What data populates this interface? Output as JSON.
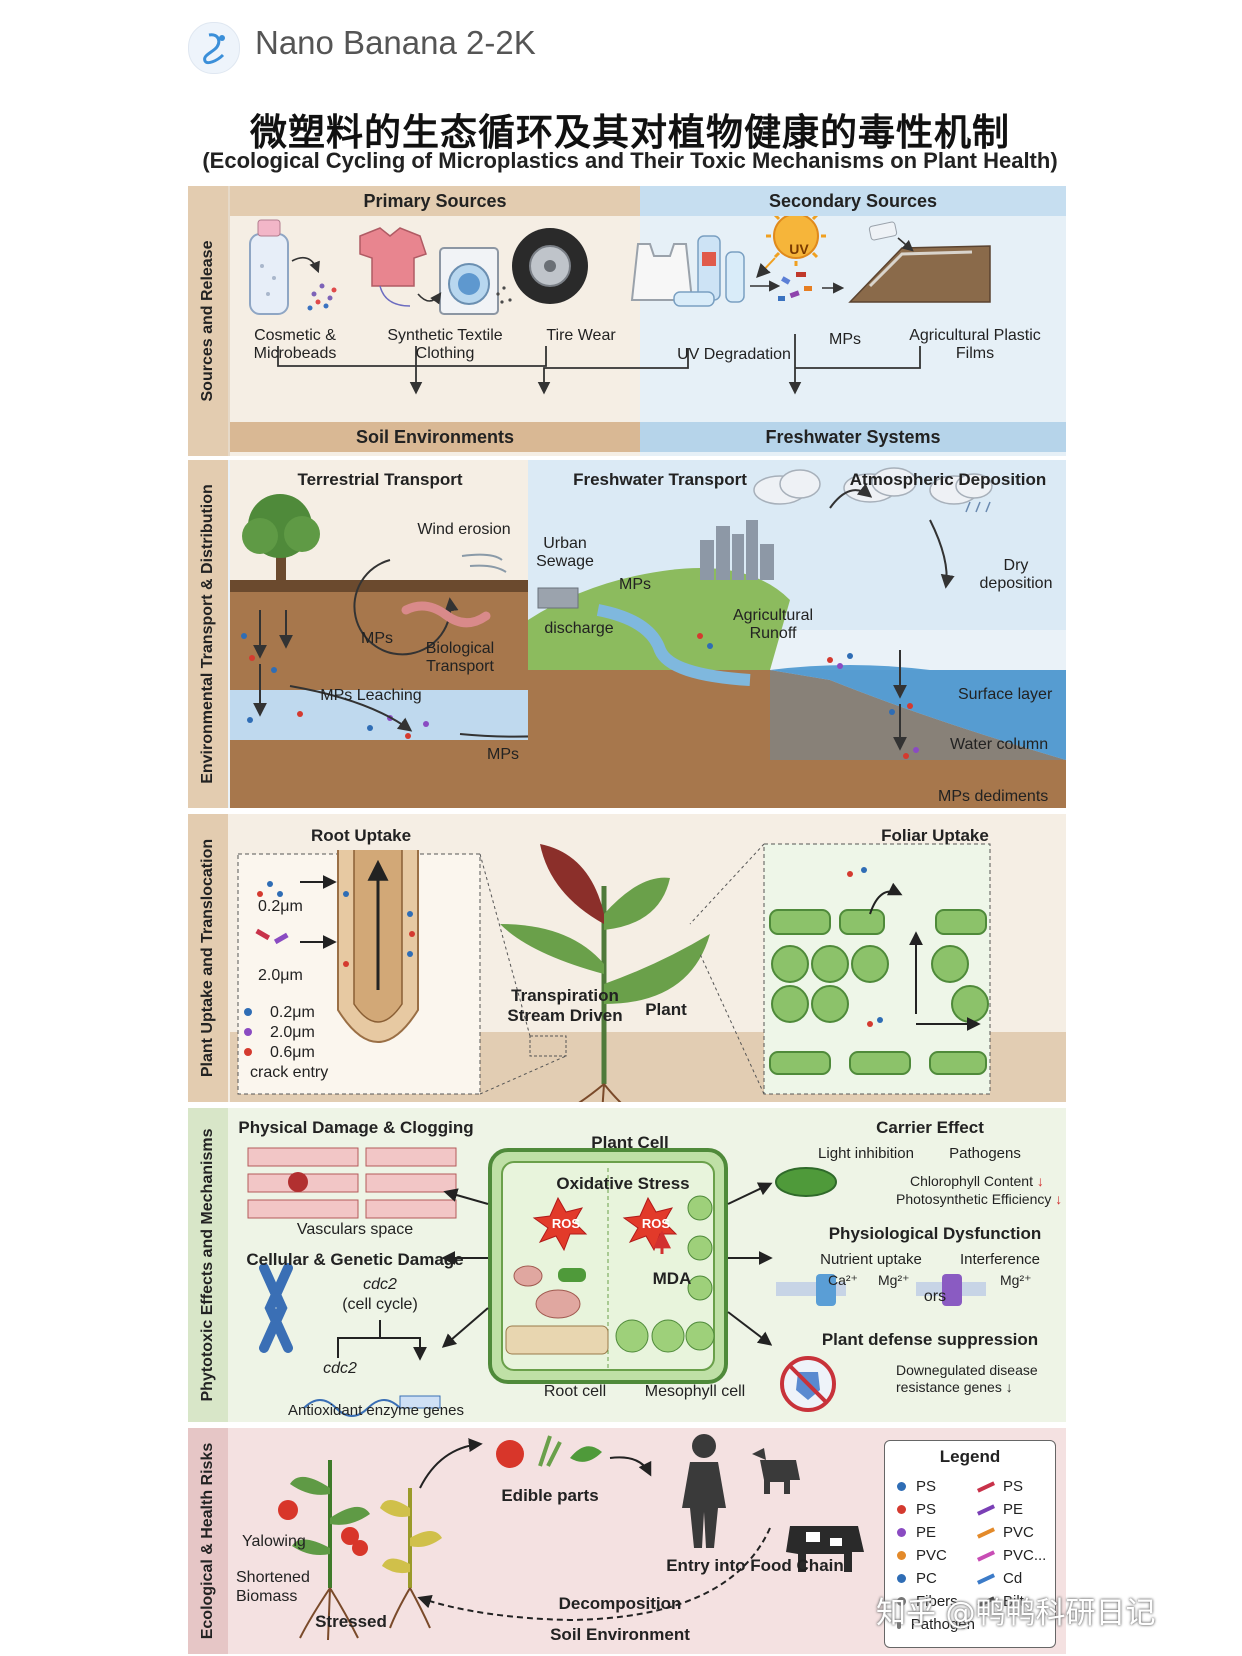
{
  "header": {
    "app_name": "Nano Banana 2-2K"
  },
  "title": {
    "cn": "微塑料的生态循环及其对植物健康的毒性机制",
    "en": "(Ecological Cycling of Microplastics and Their Toxic Mechanisms on Plant Health)"
  },
  "sources": {
    "side": "Sources and Release",
    "primary": "Primary Sources",
    "secondary": "Secondary Sources",
    "items": {
      "cosmetic": [
        "Cosmetic &",
        "Microbeads"
      ],
      "textile": [
        "Synthetic Textile",
        "Clothing"
      ],
      "tire": "Tire Wear",
      "uv_deg": "UV Degradation",
      "uv": "UV",
      "mps": "MPs",
      "agri_film": [
        "Agricultural Plastic",
        "Films"
      ]
    },
    "soil": "Soil Environments",
    "fresh": "Freshwater Systems"
  },
  "transport": {
    "side": "Environmental Transport & Distribution",
    "terrestrial": "Terrestrial Transport",
    "freshwater": "Freshwater Transport",
    "atmospheric": "Atmospheric Deposition",
    "wind": "Wind erosion",
    "mps_soil": "MPs",
    "bio": [
      "Biological",
      "Transport"
    ],
    "leaching": "MPs Leaching",
    "mps_ground": "MPs",
    "urban": [
      "Urban",
      "Sewage"
    ],
    "mps_fresh": "MPs",
    "discharge": "discharge",
    "agri_runoff": [
      "Agricultural",
      "Runoff"
    ],
    "dry": [
      "Dry",
      "deposition"
    ],
    "surface": "Surface layer",
    "column": "Water column",
    "sediments": "MPs dediments"
  },
  "uptake": {
    "side": "Plant Uptake and Translocation",
    "root": "Root Uptake",
    "foliar": "Foliar Uptake",
    "size1": "0.2μm",
    "size2": "2.0μm",
    "legend": [
      "0.2μm",
      "2.0μm",
      "0.6μm",
      "crack entry"
    ],
    "transpiration": [
      "Transpiration",
      "Stream Driven"
    ],
    "plant": "Plant"
  },
  "phyto": {
    "side": "Phytotoxic Effects and Mechanisms",
    "physical": "Physical Damage & Clogging",
    "vascular": "Vasculars space",
    "cellular": "Cellular & Genetic Damage",
    "cdc2_top": "cdc2",
    "cell_cycle": "(cell cycle)",
    "cdc2_bot": "cdc2",
    "antioxidant": "Antioxidant enzyme genes",
    "plant_cell": "Plant Cell",
    "oxidative": "Oxidative Stress",
    "ros": "ROS",
    "mda": "MDA",
    "root_cell": "Root cell",
    "meso_cell": "Mesophyll cell",
    "carrier": "Carrier Effect",
    "light": "Light inhibition",
    "pathogens": "Pathogens",
    "chloro": "Chlorophyll Content",
    "photo": "Photosynthetic Efficiency",
    "physio": "Physiological Dysfunction",
    "nutrient": "Nutrient uptake",
    "interference": "Interference",
    "ca": "Ca²⁺",
    "mg": "Mg²⁺",
    "mg2": "Mg²⁺",
    "ors": "ors",
    "defense": "Plant defense suppression",
    "downreg": [
      "Downegulated disease",
      "resistance genes"
    ]
  },
  "risk": {
    "side": "Ecological & Health Risks",
    "yellowing": "Yalowing",
    "shortened": [
      "Shortened",
      "Biomass"
    ],
    "stressed": "Stressed",
    "edible": "Edible parts",
    "food_chain": "Entry into Food Chain",
    "decomp": "Decomposition",
    "soil_env": "Soil Environment"
  },
  "legend": {
    "title": "Legend",
    "left": [
      {
        "label": "PS",
        "color": "#2f6db5"
      },
      {
        "label": "PS",
        "color": "#d43a2f"
      },
      {
        "label": "PE",
        "color": "#8a4bc2"
      },
      {
        "label": "PVC",
        "color": "#e38a2a"
      },
      {
        "label": "PC",
        "color": "#2f6db5"
      },
      {
        "label": "Fibers",
        "color": "#777777"
      },
      {
        "label": "Pathogen",
        "color": "#777777"
      }
    ],
    "right": [
      {
        "label": "PS",
        "color": "#c8324a"
      },
      {
        "label": "PE",
        "color": "#7a3fb5"
      },
      {
        "label": "PVC",
        "color": "#e38a2a"
      },
      {
        "label": "PVC...",
        "color": "#c84db5"
      },
      {
        "label": "Cd",
        "color": "#3c7bc8"
      },
      {
        "label": "Bilt",
        "color": "#444444"
      }
    ]
  },
  "watermark": "知乎 @鸭鸭科研日记"
}
